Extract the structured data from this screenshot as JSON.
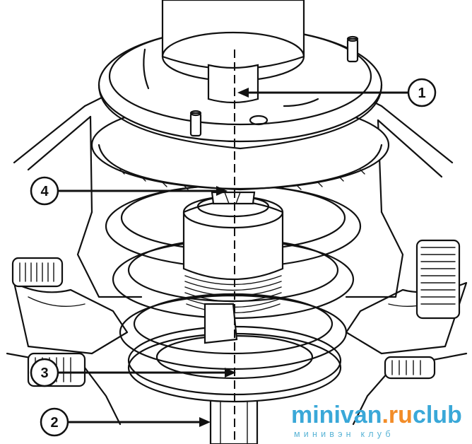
{
  "callouts": [
    {
      "id": "1",
      "label": "1"
    },
    {
      "id": "2",
      "label": "2"
    },
    {
      "id": "3",
      "label": "3"
    },
    {
      "id": "4",
      "label": "4"
    }
  ],
  "watermark": {
    "part1": "minivan",
    "part2": ".ru",
    "part3": "club",
    "subtitle": "минивэн клуб",
    "colors": {
      "blue": "#3aa8d8",
      "orange": "#f28c28"
    }
  }
}
